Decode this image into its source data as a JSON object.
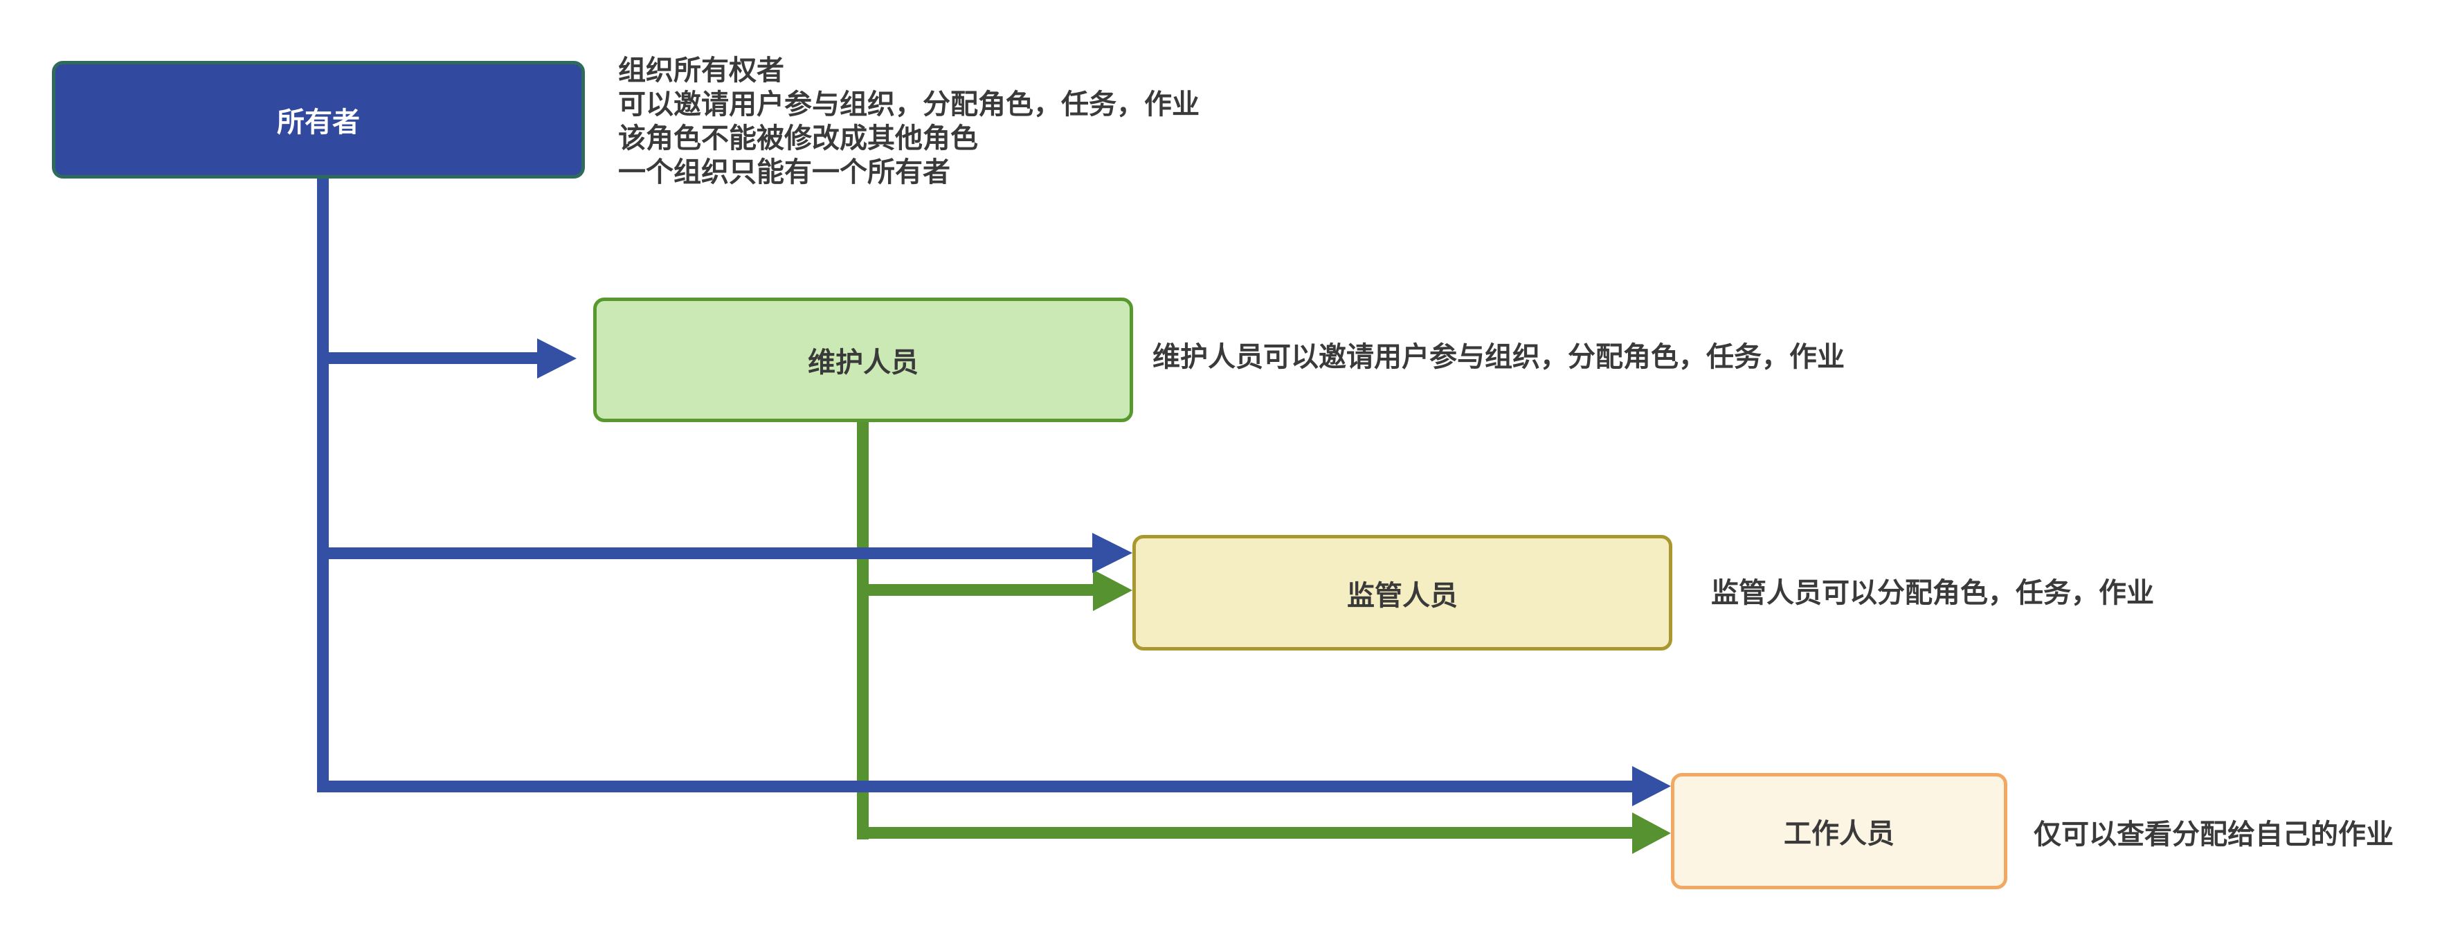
{
  "colors": {
    "connector_blue": "#3450A4",
    "owner_fill": "#31499E",
    "owner_border": "#2F6B5C",
    "connector_green": "#579231",
    "maintainer_fill": "#CBE9B5",
    "maintainer_border": "#57992E",
    "supervisor_fill": "#F5EEC2",
    "supervisor_border": "#A8982F",
    "worker_fill": "#FDF5E3",
    "worker_border": "#F2A862",
    "note_text": "#3A3A3A",
    "owner_label": "#FFFFFF"
  },
  "nodes": {
    "owner": {
      "label": "所有者"
    },
    "maintainer": {
      "label": "维护人员"
    },
    "supervisor": {
      "label": "监管人员"
    },
    "worker": {
      "label": "工作人员"
    }
  },
  "notes": {
    "owner_lines": [
      "组织所有权者",
      "可以邀请用户参与组织，分配角色，任务，作业",
      "该角色不能被修改成其他角色",
      "一个组织只能有一个所有者"
    ],
    "maintainer": "维护人员可以邀请用户参与组织，分配角色，任务，作业",
    "supervisor": "监管人员可以分配角色，任务，作业",
    "worker": "仅可以查看分配给自己的作业"
  }
}
